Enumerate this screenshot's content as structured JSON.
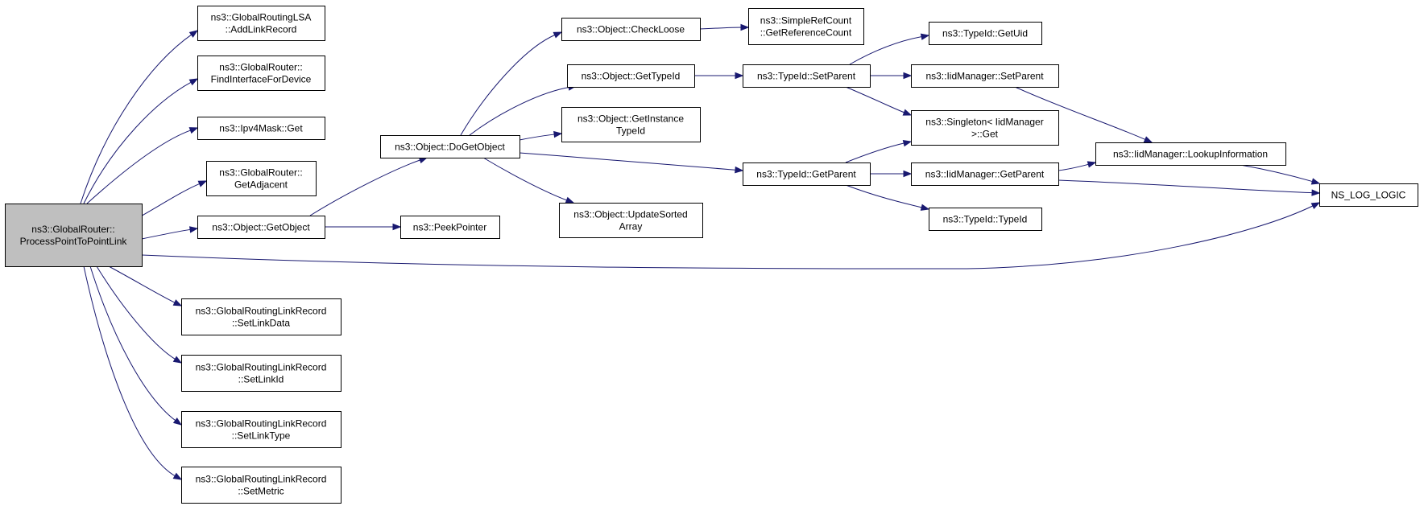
{
  "diagram": {
    "type": "call-graph",
    "colors": {
      "edge": "#191970",
      "root_fill": "#bfbfbf",
      "node_fill": "#ffffff",
      "border": "#000000"
    },
    "nodes": [
      {
        "id": "root",
        "lines": [
          "ns3::GlobalRouter::",
          "ProcessPointToPointLink"
        ],
        "root": true
      },
      {
        "id": "addlink",
        "lines": [
          "ns3::GlobalRoutingLSA",
          "::AddLinkRecord"
        ]
      },
      {
        "id": "findif",
        "lines": [
          "ns3::GlobalRouter::",
          "FindInterfaceForDevice"
        ]
      },
      {
        "id": "maskget",
        "lines": [
          "ns3::Ipv4Mask::Get"
        ]
      },
      {
        "id": "getadj",
        "lines": [
          "ns3::GlobalRouter::",
          "GetAdjacent"
        ]
      },
      {
        "id": "getobj",
        "lines": [
          "ns3::Object::GetObject"
        ]
      },
      {
        "id": "peek",
        "lines": [
          "ns3::PeekPointer"
        ]
      },
      {
        "id": "dogetobj",
        "lines": [
          "ns3::Object::DoGetObject"
        ]
      },
      {
        "id": "checkloose",
        "lines": [
          "ns3::Object::CheckLoose"
        ]
      },
      {
        "id": "objgettypeid",
        "lines": [
          "ns3::Object::GetTypeId"
        ]
      },
      {
        "id": "getinst",
        "lines": [
          "ns3::Object::GetInstance",
          "TypeId"
        ]
      },
      {
        "id": "updsorted",
        "lines": [
          "ns3::Object::UpdateSorted",
          "Array"
        ]
      },
      {
        "id": "refcount",
        "lines": [
          "ns3::SimpleRefCount",
          "::GetReferenceCount"
        ]
      },
      {
        "id": "tsetparent",
        "lines": [
          "ns3::TypeId::SetParent"
        ]
      },
      {
        "id": "tgetparent",
        "lines": [
          "ns3::TypeId::GetParent"
        ]
      },
      {
        "id": "getuid",
        "lines": [
          "ns3::TypeId::GetUid"
        ]
      },
      {
        "id": "iidsetparent",
        "lines": [
          "ns3::IidManager::SetParent"
        ]
      },
      {
        "id": "singleton",
        "lines": [
          "ns3::Singleton< IidManager",
          ">::Get"
        ]
      },
      {
        "id": "iidgetparent",
        "lines": [
          "ns3::IidManager::GetParent"
        ]
      },
      {
        "id": "typeidctor",
        "lines": [
          "ns3::TypeId::TypeId"
        ]
      },
      {
        "id": "lookup",
        "lines": [
          "ns3::IidManager::LookupInformation"
        ]
      },
      {
        "id": "nslog",
        "lines": [
          "NS_LOG_LOGIC"
        ]
      },
      {
        "id": "setlinkdata",
        "lines": [
          "ns3::GlobalRoutingLinkRecord",
          "::SetLinkData"
        ]
      },
      {
        "id": "setlinkid",
        "lines": [
          "ns3::GlobalRoutingLinkRecord",
          "::SetLinkId"
        ]
      },
      {
        "id": "setlinktype",
        "lines": [
          "ns3::GlobalRoutingLinkRecord",
          "::SetLinkType"
        ]
      },
      {
        "id": "setmetric",
        "lines": [
          "ns3::GlobalRoutingLinkRecord",
          "::SetMetric"
        ]
      }
    ],
    "edges": [
      {
        "from": "root",
        "to": "addlink"
      },
      {
        "from": "root",
        "to": "findif"
      },
      {
        "from": "root",
        "to": "maskget"
      },
      {
        "from": "root",
        "to": "getadj"
      },
      {
        "from": "root",
        "to": "getobj"
      },
      {
        "from": "root",
        "to": "nslog"
      },
      {
        "from": "root",
        "to": "setlinkdata"
      },
      {
        "from": "root",
        "to": "setlinkid"
      },
      {
        "from": "root",
        "to": "setlinktype"
      },
      {
        "from": "root",
        "to": "setmetric"
      },
      {
        "from": "getobj",
        "to": "peek"
      },
      {
        "from": "getobj",
        "to": "dogetobj"
      },
      {
        "from": "dogetobj",
        "to": "checkloose"
      },
      {
        "from": "dogetobj",
        "to": "objgettypeid"
      },
      {
        "from": "dogetobj",
        "to": "getinst"
      },
      {
        "from": "dogetobj",
        "to": "updsorted"
      },
      {
        "from": "dogetobj",
        "to": "tgetparent"
      },
      {
        "from": "checkloose",
        "to": "refcount"
      },
      {
        "from": "objgettypeid",
        "to": "tsetparent"
      },
      {
        "from": "tsetparent",
        "to": "getuid"
      },
      {
        "from": "tsetparent",
        "to": "iidsetparent"
      },
      {
        "from": "tsetparent",
        "to": "singleton"
      },
      {
        "from": "tgetparent",
        "to": "singleton"
      },
      {
        "from": "tgetparent",
        "to": "iidgetparent"
      },
      {
        "from": "tgetparent",
        "to": "typeidctor"
      },
      {
        "from": "iidsetparent",
        "to": "lookup"
      },
      {
        "from": "iidgetparent",
        "to": "lookup"
      },
      {
        "from": "iidgetparent",
        "to": "nslog"
      },
      {
        "from": "lookup",
        "to": "nslog"
      }
    ]
  }
}
